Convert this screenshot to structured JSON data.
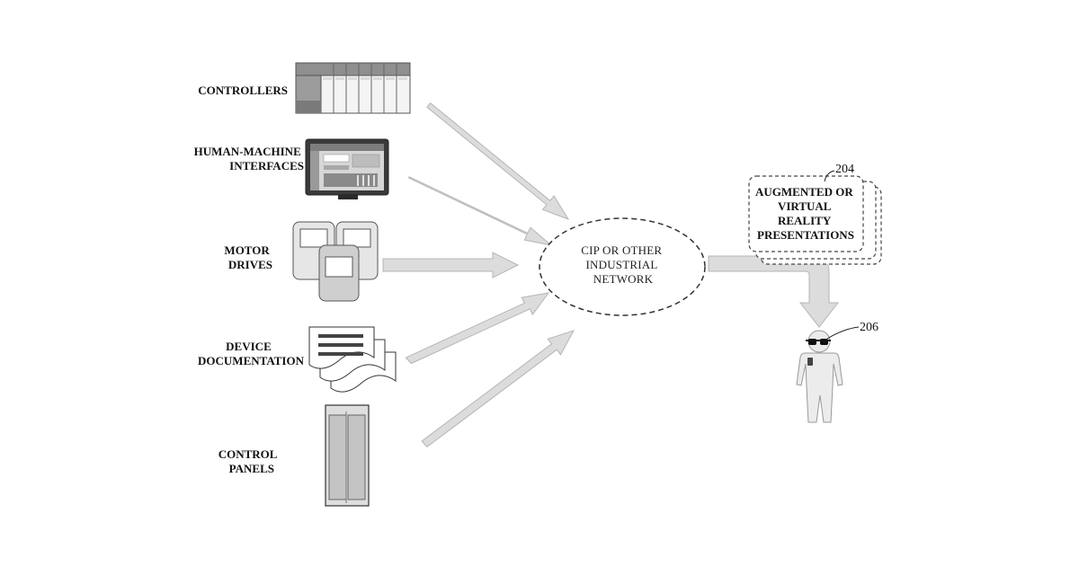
{
  "sources": [
    {
      "key": "controllers",
      "lines": [
        "CONTROLLERS"
      ],
      "icon": "controller-rack-icon"
    },
    {
      "key": "hmi",
      "lines": [
        "HUMAN-MACHINE",
        "INTERFACES"
      ],
      "icon": "hmi-screen-icon"
    },
    {
      "key": "motor_drives",
      "lines": [
        "MOTOR",
        "DRIVES"
      ],
      "icon": "motor-drives-icon"
    },
    {
      "key": "device_documentation",
      "lines": [
        "DEVICE",
        "DOCUMENTATION"
      ],
      "icon": "documents-icon"
    },
    {
      "key": "control_panels",
      "lines": [
        "CONTROL",
        "PANELS"
      ],
      "icon": "control-panel-cabinet-icon"
    }
  ],
  "network": {
    "lines": [
      "CIP OR OTHER",
      "INDUSTRIAL",
      "NETWORK"
    ]
  },
  "presentations": {
    "lines": [
      "AUGMENTED OR",
      "VIRTUAL",
      "REALITY",
      "PRESENTATIONS"
    ],
    "ref": "204"
  },
  "user": {
    "ref": "206",
    "icon": "user-with-headset-icon"
  },
  "colors": {
    "arrow_fill": "#dcdcdc",
    "arrow_stroke": "#b5b5b5",
    "dash": "#333333"
  }
}
